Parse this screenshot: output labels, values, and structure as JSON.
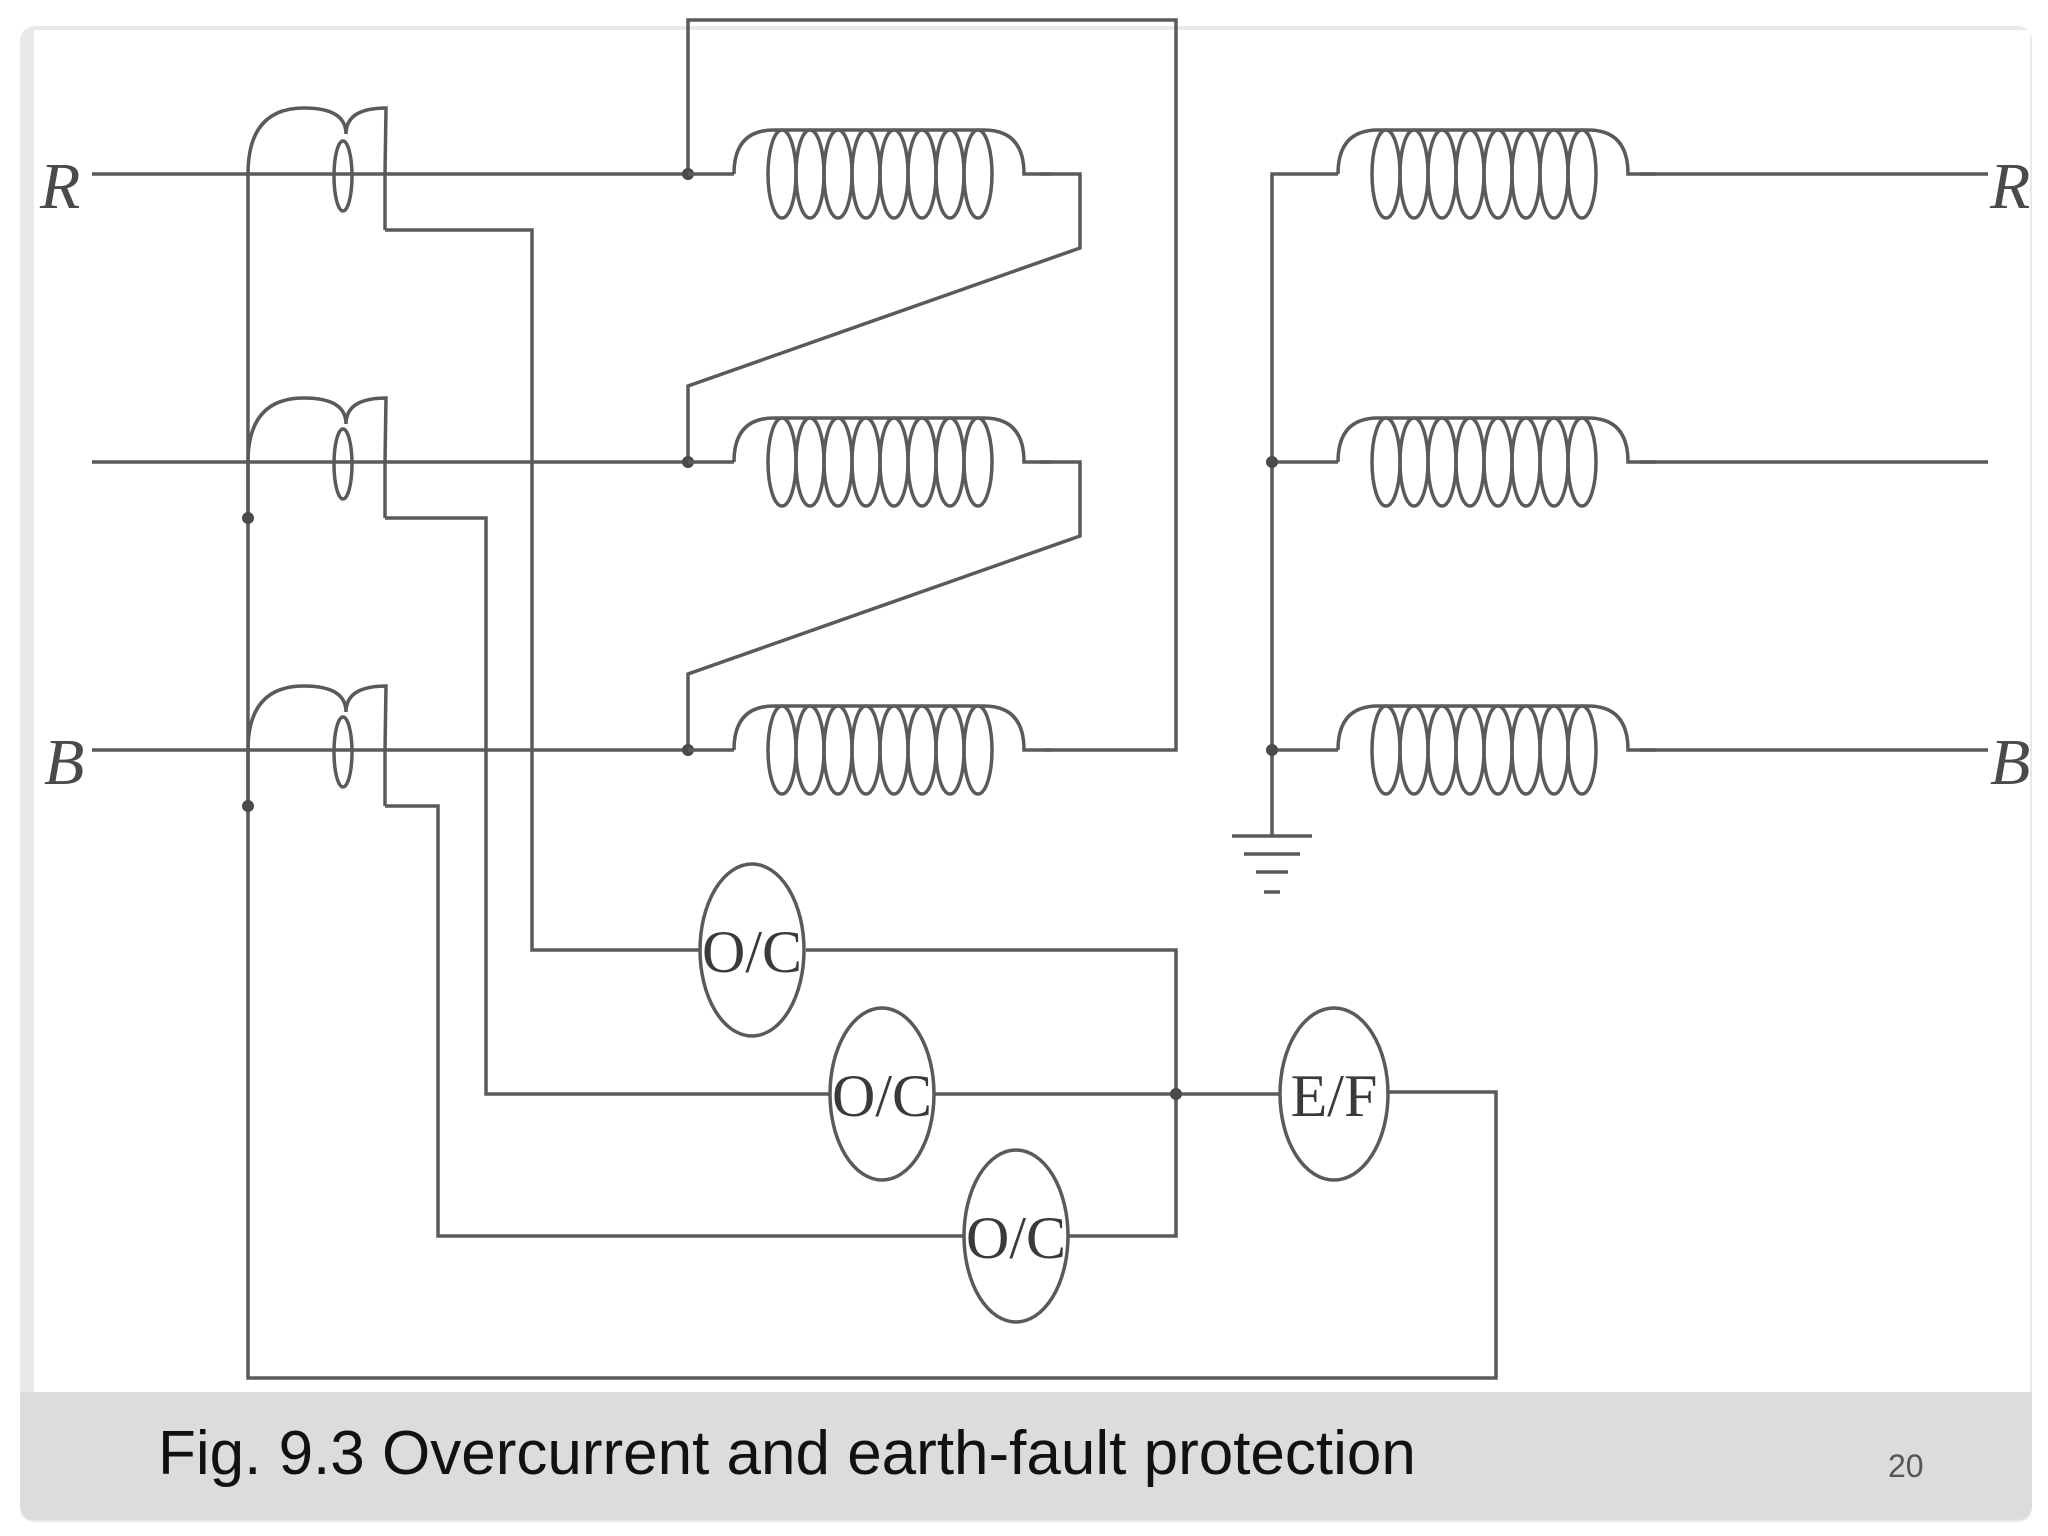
{
  "caption": "Fig. 9.3 Overcurrent and earth-fault protection",
  "page_number": "20",
  "phase_labels": {
    "left_top": "R",
    "left_bottom": "B",
    "right_top": "R",
    "right_bottom": "B"
  },
  "relays": {
    "oc_1": "O/C",
    "oc_2": "O/C",
    "oc_3": "O/C",
    "ef": "E/F"
  },
  "colors": {
    "line": "#5a5a5a",
    "caption_bar": "#dcdcdc",
    "frame": "#e9e9e9"
  }
}
